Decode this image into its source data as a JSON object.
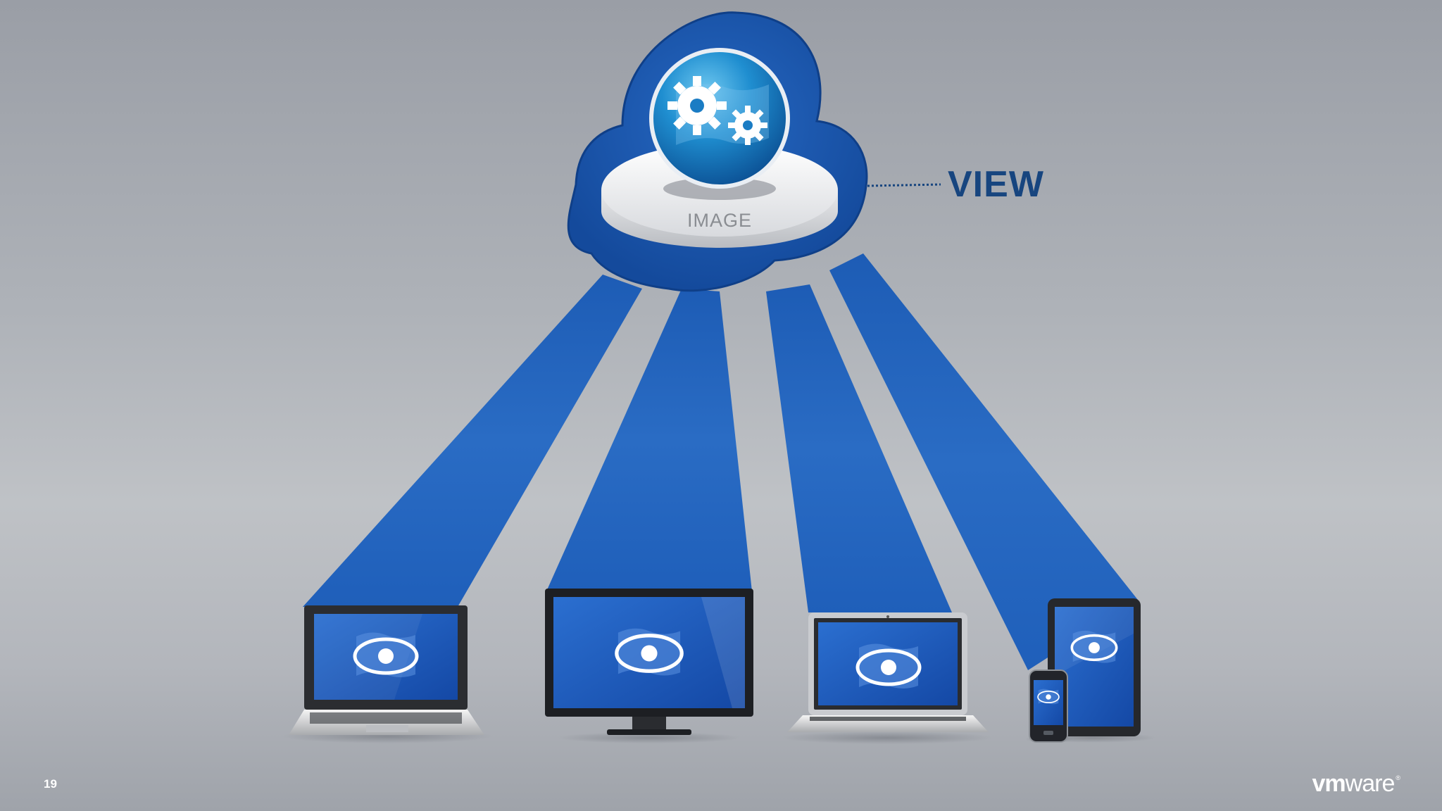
{
  "slide": {
    "number": "19",
    "cloud_label": "IMAGE",
    "callout_label": "VIEW",
    "brand": {
      "part1": "vm",
      "part2": "ware",
      "trademark": "®"
    }
  },
  "devices": [
    {
      "name": "laptop",
      "icon": "windows-eye-icon"
    },
    {
      "name": "monitor",
      "icon": "windows-eye-icon"
    },
    {
      "name": "macbook",
      "icon": "windows-eye-icon"
    },
    {
      "name": "smartphone",
      "icon": "windows-eye-icon"
    },
    {
      "name": "tablet",
      "icon": "windows-eye-icon"
    }
  ],
  "colors": {
    "beam": "#1f5fb8",
    "cloud": "#1a56ad",
    "view_text": "#17457f",
    "screen": "#1e5cbf"
  }
}
